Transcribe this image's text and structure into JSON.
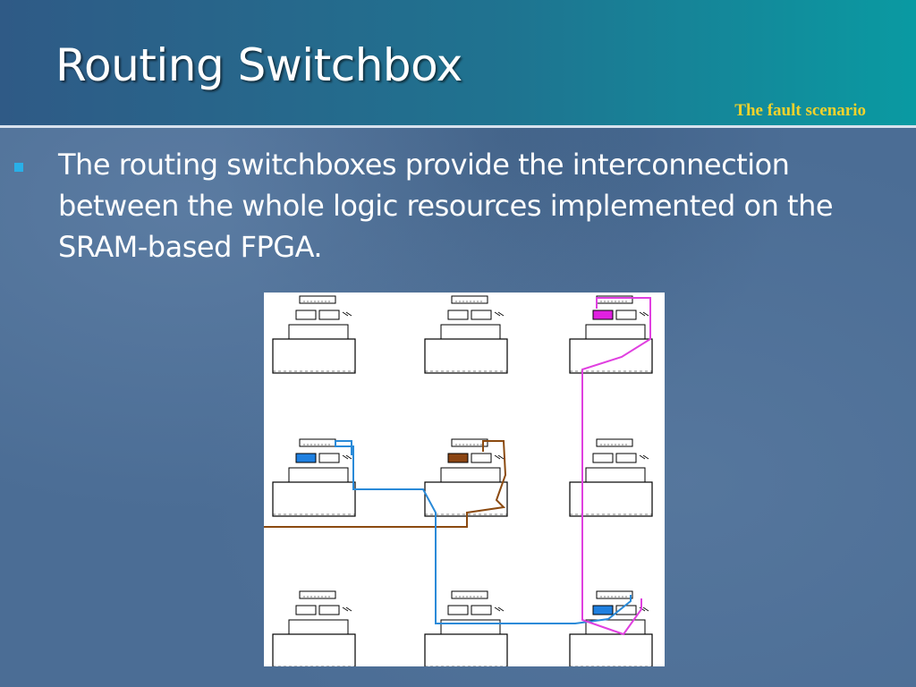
{
  "slide": {
    "title": "Routing Switchbox",
    "subtitle": "The fault scenario",
    "bullet": "The routing switchboxes provide the interconnection between the whole logic resources implemented on the SRAM-based FPGA."
  },
  "colors": {
    "header_start": "#2f5a86",
    "header_end": "#0a9aa2",
    "title": "#ffffff",
    "subtitle": "#f2d22b",
    "bullet_marker": "#29b0e8",
    "path_magenta": "#e040e0",
    "path_blue": "#2a8ad8",
    "path_brown": "#8b4a10",
    "highlight_magenta": "#e020e0",
    "highlight_blue": "#1f80e0",
    "highlight_brown": "#8b4513"
  }
}
